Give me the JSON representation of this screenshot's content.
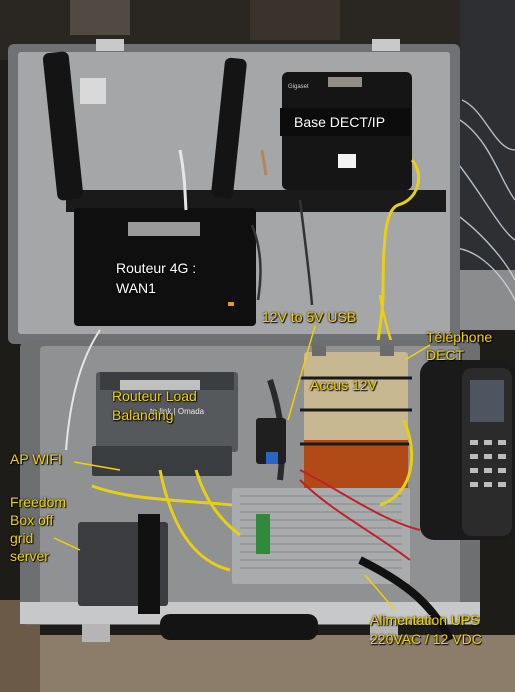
{
  "labels": {
    "base_dect": "Base DECT/IP",
    "router_4g_line1": "Routeur 4G :",
    "router_4g_line2": "WAN1",
    "usb_converter": "12V to 5V USB",
    "battery": "Accus 12V",
    "phone_line1": "Téléphone",
    "phone_line2": "DECT",
    "router_lb_line1": "Routeur Load",
    "router_lb_line2": "Balancing",
    "ap_wifi": "AP WIFI",
    "freedom_line1": "Freedom",
    "freedom_line2": "Box off",
    "freedom_line3": "grid",
    "freedom_line4": "server",
    "psu_line1": "Alimentation UPS",
    "psu_line2": "220VAC / 12 VDC"
  },
  "device_marks": {
    "dect_brand": "Gigaset",
    "router_brand": "tp-link | Omada"
  },
  "colors": {
    "annotation_yellow": "#f3d200",
    "annotation_white": "#ffffff",
    "case_grey": "#9a9c9d",
    "case_lid": "#a4a6a7"
  }
}
